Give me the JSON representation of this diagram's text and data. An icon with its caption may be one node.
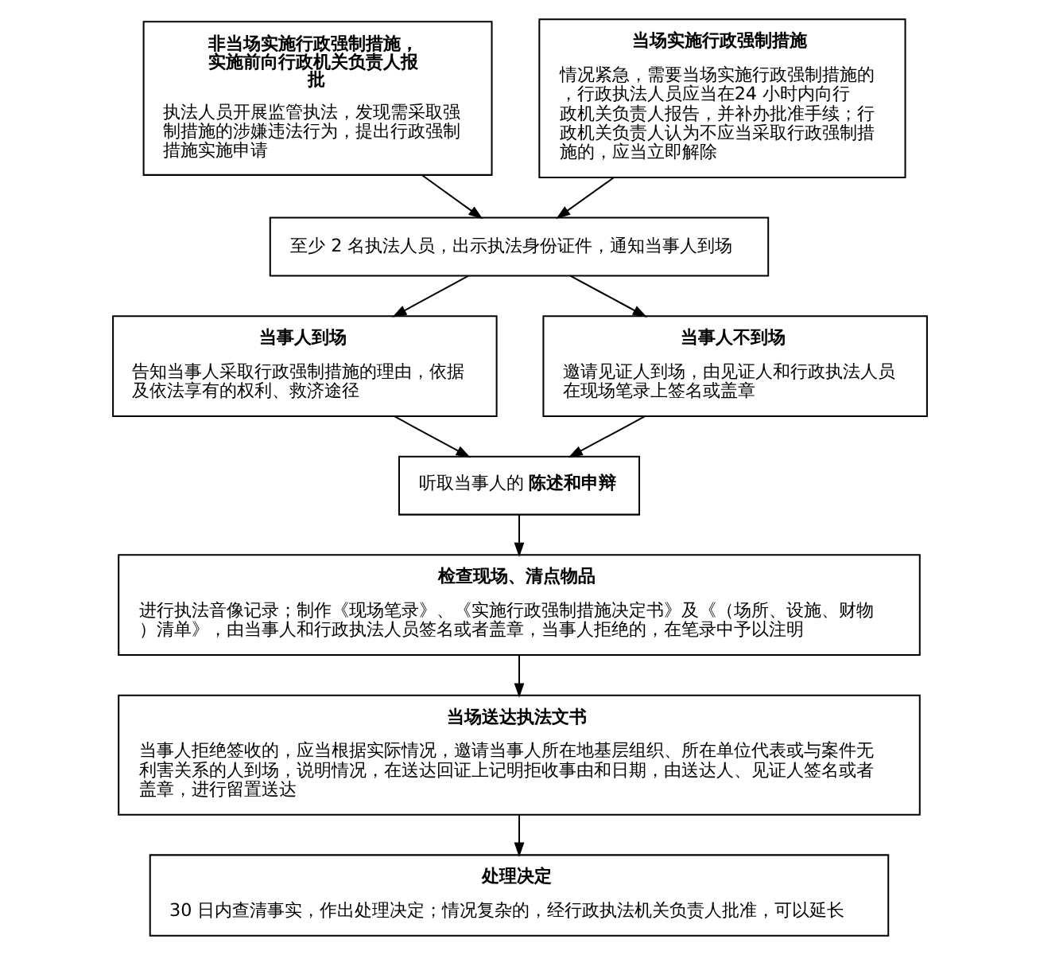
{
  "diagram": {
    "nodes": [
      {
        "text": [
          "非当场实施行政强制措施，实施前向行政机关负责人报批",
          "执法人员开展监管执法，发现需采取强制措施的涉嫌违法行为，提出行政强制措施实施申请"
        ]
      },
      {
        "text": [
          "当场实施行政强制措施",
          "情况紧急，需要当场实施行政强制措施的，行政执法人员应当在24 小时内向行政机关负责人报告，并补办批准手续；行政机关负责人认为不应当采取行政强制措施的，应当立即解除"
        ]
      },
      {
        "text": [
          "至少 2 名执法人员，出示执法身份证件，通知当事人到场"
        ]
      },
      {
        "text": [
          "当事人到场",
          "告知当事人采取行政强制措施的理由，依据及依法享有的权利、救济途径"
        ]
      },
      {
        "text": [
          "当事人不到场",
          "邀请见证人到场，由见证人和行政执法人员在现场笔录上签名或盖章"
        ]
      },
      {
        "text": [
          "听取当事人的**陈述和申辩**"
        ]
      },
      {
        "text": [
          "检查现场、清点物品",
          "进行执法音像记录；制作《现场笔录》、《实施行政强制措施决定书》及《（场所、设施、财物）清单》，由当事人和行政执法人员签名或者盖章，当事人拒绝的，在笔录中予以注明"
        ]
      },
      {
        "text": [
          "当场送达执法文书",
          "当事人拒绝签收的，应当根据实际情况，邀请当事人所在地基层组织、所在单位代表或与案件无利害关系的人到场，说明情况，在送达回证上记明拒收事由和日期，由送达人、见证人签名或者盖章，进行留置送达"
        ]
      },
      {
        "text": [
          "处理决定",
          "30 日内查清事实，作出处理决定；情况复杂的，经行政执法机关负责人批准，可以延长"
        ]
      }
    ],
    "edges": [
      {
        "from": 0,
        "to": 2,
        "arrow": "to"
      },
      {
        "from": 1,
        "to": 2,
        "arrow": "to"
      },
      {
        "from": 2,
        "to": 3,
        "arrow": "to"
      },
      {
        "from": 2,
        "to": 4,
        "arrow": "to"
      },
      {
        "from": 3,
        "to": 5,
        "arrow": "to"
      },
      {
        "from": 4,
        "to": 5,
        "arrow": "to"
      },
      {
        "from": 5,
        "to": 6,
        "arrow": "to"
      },
      {
        "from": 6,
        "to": 7,
        "arrow": "to"
      },
      {
        "from": 7,
        "to": 8,
        "arrow": "to"
      }
    ]
  }
}
